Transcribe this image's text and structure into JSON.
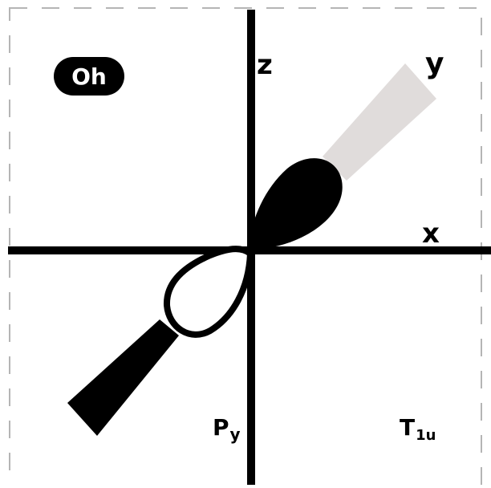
{
  "diagram": {
    "point_group": "Oh",
    "axes": {
      "z": "z",
      "y": "y",
      "x": "x"
    },
    "orbital": {
      "main": "P",
      "sub": "y"
    },
    "irrep": {
      "main": "T",
      "sub": "1u"
    },
    "colors": {
      "ink": "#000000",
      "y_axis_positive": "#e0dcdb",
      "background": "#ffffff",
      "frame_dashes": "#b5b5b5"
    },
    "lobes": {
      "positive_lobe_fill": "black",
      "negative_lobe_fill": "white-outlined"
    }
  }
}
